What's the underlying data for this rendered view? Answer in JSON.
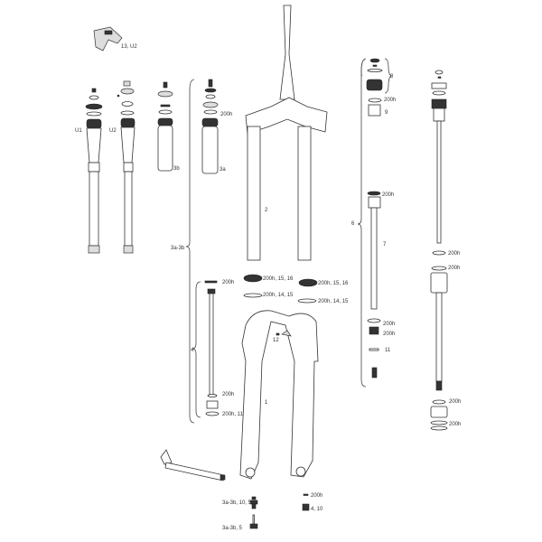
{
  "title": "Suspension fork exploded parts diagram",
  "labels": {
    "remote": "13, U2",
    "u1": "U1",
    "u2": "U2",
    "c3b": "3b",
    "c3a": "3a",
    "c3a_200h": "200h",
    "group3a3b": "3a-3b",
    "crown": "2",
    "shaft4_top": "200h",
    "group4": "4",
    "shaft4_200h": "200h",
    "shaft4_11": "200h, 11",
    "seal_l_a": "200h, 15, 16",
    "seal_l_b": "200h, 14, 15",
    "seal_r_a": "200h, 15, 16",
    "seal_r_b": "200h, 14, 15",
    "part12": "12",
    "lowers": "1",
    "bolt_l": "3a-3b, 10, 5",
    "bolt_l2": "3a-3b, 5",
    "bolt_r_ring": "200h",
    "bolt_r": "4, 10",
    "g8": "8",
    "g8_200h": "200h",
    "g9": "9",
    "group6": "6",
    "g7_200h": "200h",
    "g7": "7",
    "g6_200h_a": "200h",
    "g6_200h_b": "200h",
    "g11": "11",
    "r_200h_a": "200h",
    "r_200h_b": "200h",
    "r_200h_c": "200h",
    "r_200h_d": "200h"
  }
}
